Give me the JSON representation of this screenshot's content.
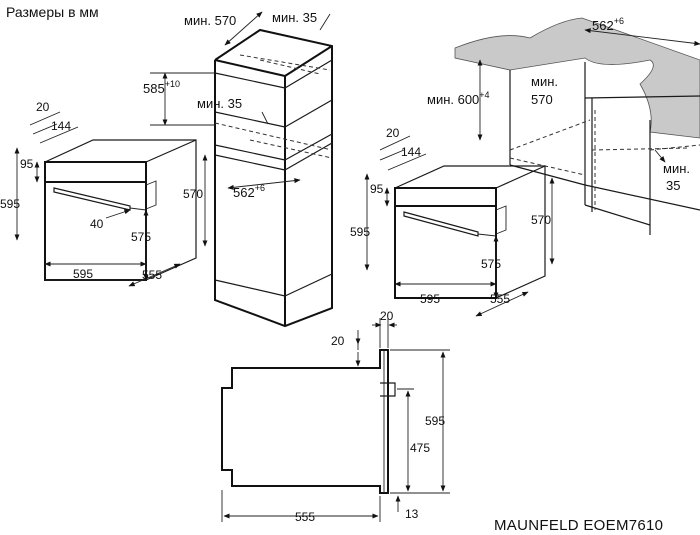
{
  "header": {
    "units_caption": "Размеры в мм"
  },
  "footer": {
    "model_name": "MAUNFELD EOEM7610"
  },
  "column_unit": {
    "min_width": "мин. 570",
    "min_depth_top": "мин. 35",
    "niche_height": "585",
    "niche_height_tol": "+10",
    "min_shelf_gap": "мин. 35",
    "niche_width": "562",
    "niche_width_tol": "+6"
  },
  "oven_left": {
    "d20": "20",
    "d144": "144",
    "d95": "95",
    "d595_h": "595",
    "d570": "570",
    "d40": "40",
    "d575": "575",
    "d595_w": "595",
    "d555": "555"
  },
  "under_counter": {
    "niche_width": "562",
    "niche_width_tol": "+6",
    "min_depth": "мин.",
    "min_depth_val": "570",
    "min_height": "мин. 600",
    "min_height_tol": "+4",
    "min_gap": "мин.",
    "min_gap_val": "35"
  },
  "oven_right": {
    "d20": "20",
    "d144": "144",
    "d95": "95",
    "d595_h": "595",
    "d570": "570",
    "d575": "575",
    "d595_w": "595",
    "d555": "555"
  },
  "side_view": {
    "d20_left": "20",
    "d20_right": "20",
    "d595": "595",
    "d475": "475",
    "d555": "555",
    "d13": "13"
  }
}
